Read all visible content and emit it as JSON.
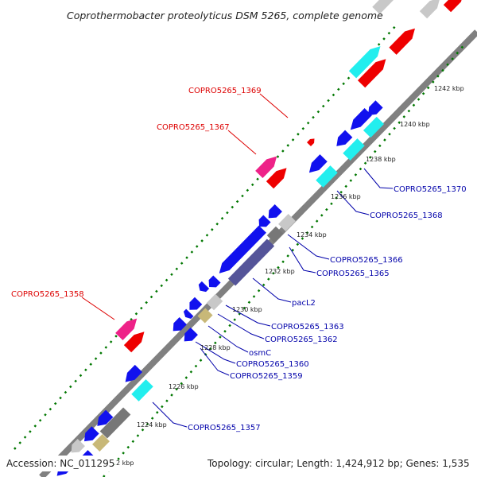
{
  "title": "Coprothermobacter proteolyticus DSM 5265, complete genome",
  "accession": "Accession: NC_011295",
  "summary": "Topology: circular; Length: 1,424,912 bp; Genes: 1,535",
  "colors": {
    "forward_label": "#dd0000",
    "reverse_label": "#0000aa",
    "tick": "#007700",
    "backbone": "#808080",
    "red": "#ee0000",
    "magenta": "#ee2288",
    "blue": "#1111ee",
    "cyan": "#22eeee",
    "gray": "#777777",
    "lightgray": "#c8c8c8",
    "tan": "#c8b878",
    "navy": "#555599"
  },
  "ticks": [
    {
      "label": "1224 kbp"
    },
    {
      "label": "1226 kbp"
    },
    {
      "label": "1228 kbp"
    },
    {
      "label": "1230 kbp"
    },
    {
      "label": "1232 kbp"
    },
    {
      "label": "1234 kbp"
    },
    {
      "label": "1236 kbp"
    },
    {
      "label": "1238 kbp"
    },
    {
      "label": "1240 kbp"
    },
    {
      "label": "1242 kbp"
    },
    {
      "label": "2 kbp"
    }
  ],
  "labels": {
    "forward": [
      "COPRO5265_1369",
      "COPRO5265_1367",
      "COPRO5265_1358"
    ],
    "reverse": [
      "COPRO5265_1370",
      "COPRO5265_1368",
      "COPRO5265_1366",
      "COPRO5265_1365",
      "pacL2",
      "COPRO5265_1363",
      "COPRO5265_1362",
      "osmC",
      "COPRO5265_1360",
      "COPRO5265_1359",
      "COPRO5265_1357"
    ]
  }
}
